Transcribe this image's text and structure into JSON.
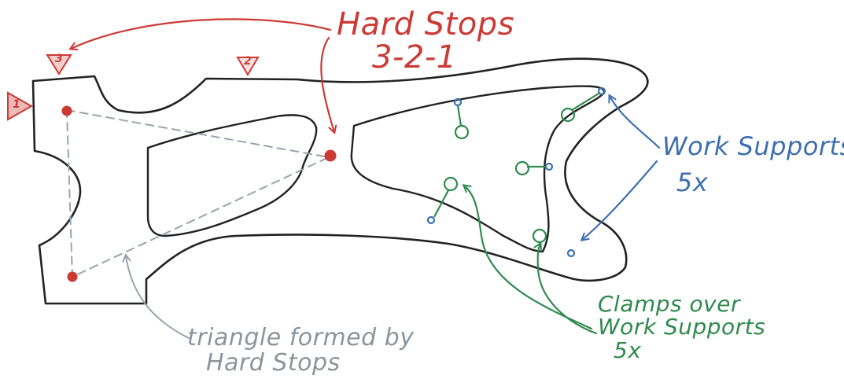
{
  "colors": {
    "outline": "#222222",
    "hard_stops": "#cc3a35",
    "work_supports": "#3d6fb0",
    "clamps": "#2f8a4e",
    "triangle": "#9aa3ad"
  },
  "labels": {
    "hard_stops_line1": "Hard Stops",
    "hard_stops_line2": "3-2-1",
    "work_supports_line1": "Work Supports",
    "work_supports_line2": "5x",
    "clamps_line1": "Clamps over",
    "clamps_line2": "Work Supports",
    "clamps_line3": "5x",
    "triangle_line1": "triangle formed by",
    "triangle_line2": "Hard Stops"
  },
  "stop_markers": [
    "3",
    "2",
    "1"
  ]
}
